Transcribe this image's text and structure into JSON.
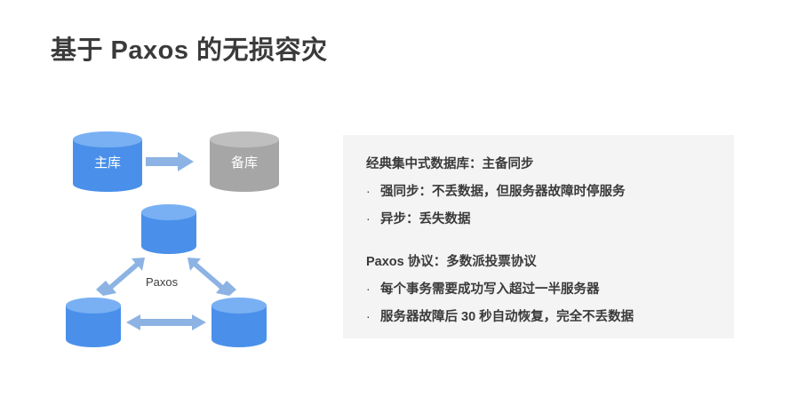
{
  "slide": {
    "title": "基于 Paxos 的无损容灾",
    "title_color": "#3a3a3a",
    "background": "#ffffff"
  },
  "diagram": {
    "name": "paxos-disaster-recovery-diagram",
    "classic": {
      "primary_label": "主库",
      "standby_label": "备库",
      "primary_color": "#4a90ea",
      "standby_color": "#a6a6a6",
      "arrow_color": "#8cb3e3",
      "arrow_direction": "one-way"
    },
    "paxos": {
      "center_label": "Paxos",
      "node_color": "#4a90ea",
      "arrow_color": "#8cb3e3",
      "arrow_direction": "two-way",
      "node_count": 3
    }
  },
  "panel": {
    "background": "#f4f4f4",
    "blocks": [
      {
        "heading": "经典集中式数据库：主备同步",
        "bullets": [
          {
            "marker": "·",
            "text": "强同步：不丢数据，但服务器故障时停服务"
          },
          {
            "marker": "·",
            "text": "异步：丢失数据"
          }
        ]
      },
      {
        "heading": "Paxos 协议：多数派投票协议",
        "bullets": [
          {
            "marker": "·",
            "text": "每个事务需要成功写入超过一半服务器"
          },
          {
            "marker": "·",
            "text": "服务器故障后 30 秒自动恢复，完全不丢数据"
          }
        ]
      }
    ]
  }
}
